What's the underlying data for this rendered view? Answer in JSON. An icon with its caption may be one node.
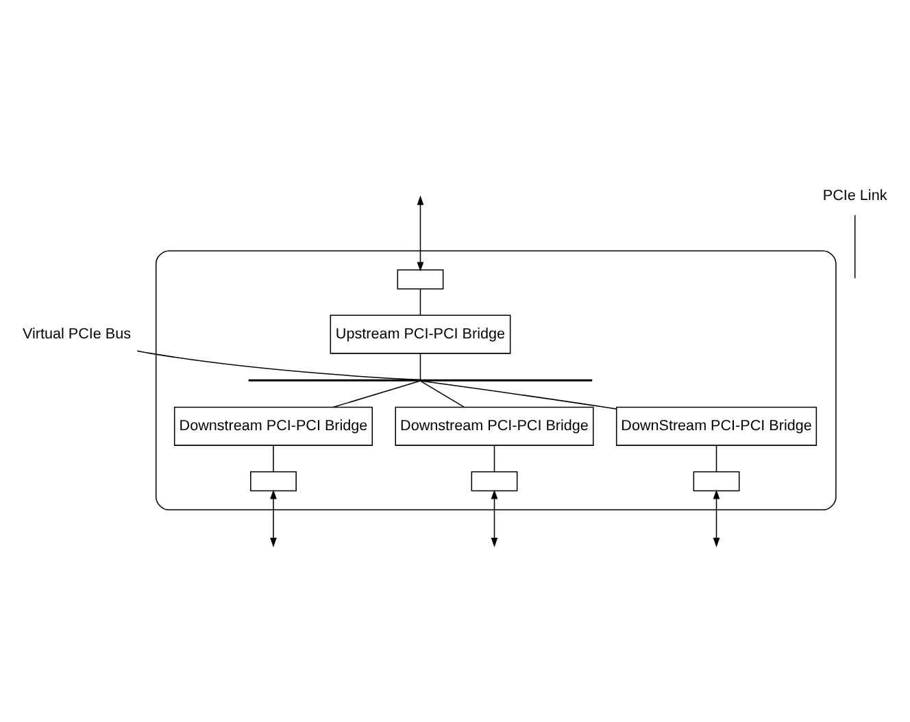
{
  "diagram": {
    "nodes": [
      {
        "text": [],
        "shape": "octagon"
      },
      {
        "text": [],
        "shape": "box",
        "in": 0
      },
      {
        "text": [
          "Upstream PCI-PCI Bridge"
        ],
        "in": 0
      },
      {
        "text": [],
        "shape": "bar",
        "in": 0
      },
      {
        "text": [
          "Downstream PCI-PCI Bridge"
        ],
        "in": 0
      },
      {
        "text": [
          "Downstream PCI-PCI Bridge"
        ],
        "in": 0
      },
      {
        "text": [
          "DownStream PCI-PCI Bridge"
        ],
        "in": 0
      },
      {
        "text": [],
        "shape": "box",
        "in": 0
      },
      {
        "text": [],
        "shape": "box",
        "in": 0
      },
      {
        "text": [],
        "shape": "box",
        "in": 0
      },
      {
        "text": [
          "Virtual PCIe Bus"
        ]
      },
      {
        "text": [
          "PCIe Link"
        ]
      }
    ],
    "edges": [
      {
        "from": null,
        "to": 1,
        "arrow": "both"
      },
      {
        "from": 1,
        "to": 2,
        "arrow": "none"
      },
      {
        "from": 2,
        "to": 3,
        "arrow": "none"
      },
      {
        "from": 3,
        "to": 4,
        "arrow": "none"
      },
      {
        "from": 3,
        "to": 5,
        "arrow": "none"
      },
      {
        "from": 3,
        "to": 6,
        "arrow": "none"
      },
      {
        "from": 4,
        "to": 7,
        "arrow": "none"
      },
      {
        "from": 5,
        "to": 8,
        "arrow": "none"
      },
      {
        "from": 6,
        "to": 9,
        "arrow": "none"
      },
      {
        "from": 7,
        "to": null,
        "arrow": "both"
      },
      {
        "from": 8,
        "to": null,
        "arrow": "both"
      },
      {
        "from": 9,
        "to": null,
        "arrow": "both"
      },
      {
        "from": 10,
        "to": 3,
        "arrow": "none"
      },
      {
        "from": 11,
        "to": null,
        "arrow": "none"
      }
    ]
  }
}
